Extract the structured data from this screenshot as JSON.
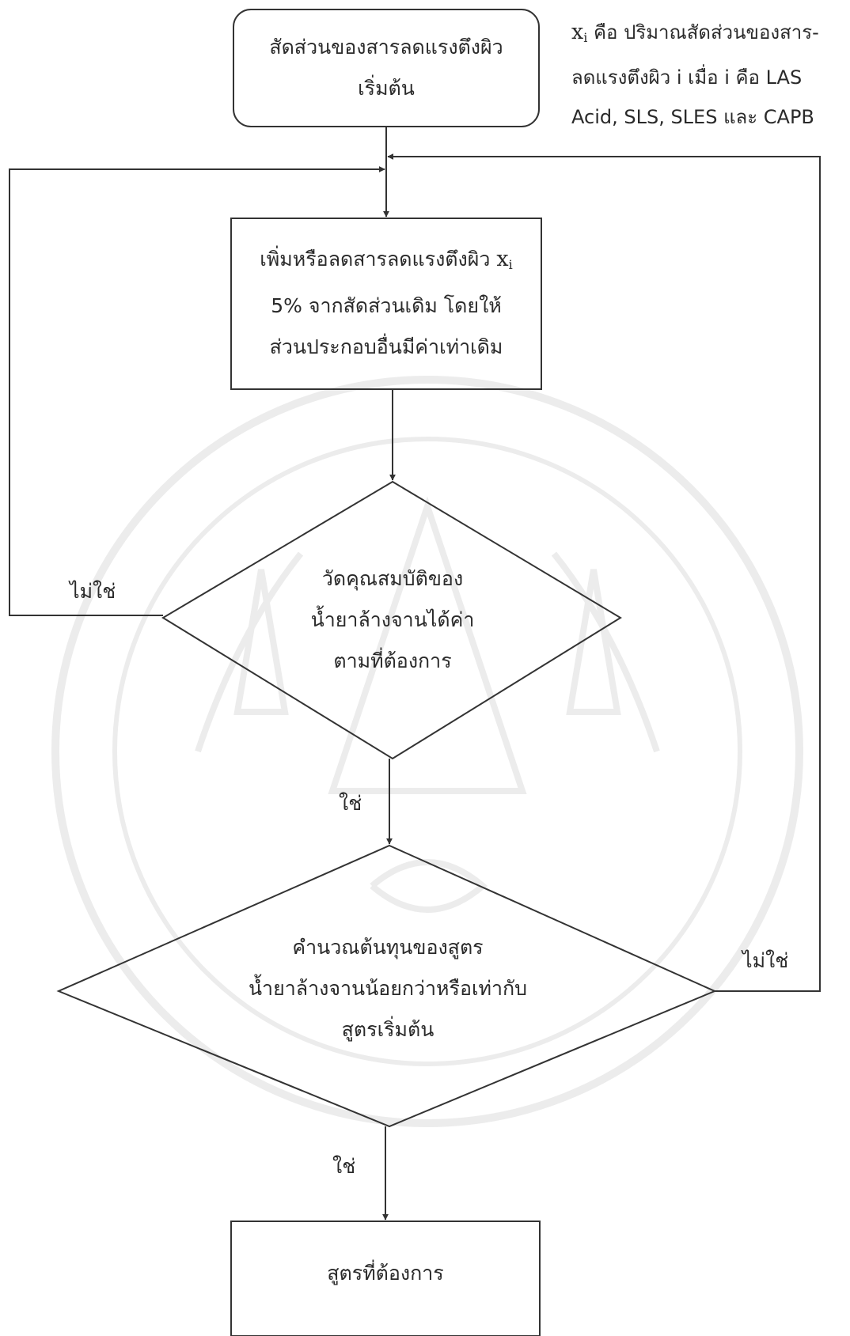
{
  "variable": {
    "symbol": "x",
    "subscript": "i"
  },
  "note": {
    "line1_suffix": "คือ ปริมาณสัดส่วนของสาร-",
    "line2": "ลดแรงตึงผิว i เมื่อ i คือ LAS",
    "line3": "Acid, SLS, SLES และ CAPB"
  },
  "nodes": {
    "start": {
      "line1": "สัดส่วนของสารลดแรงตึงผิว",
      "line2": "เริ่มต้น"
    },
    "adjust": {
      "line1_prefix": "เพิ่มหรือลดสารลดแรงตึงผิว",
      "line2": "5% จากสัดส่วนเดิม โดยให้",
      "line3": "ส่วนประกอบอื่นมีค่าเท่าเดิม"
    },
    "decision1": {
      "line1": "วัดคุณสมบัติของ",
      "line2": "น้ำยาล้างจานได้ค่า",
      "line3": "ตามที่ต้องการ"
    },
    "decision2": {
      "line1": "คำนวณต้นทุนของสูตร",
      "line2": "น้ำยาล้างจานน้อยกว่าหรือเท่ากับ",
      "line3": "สูตรเริ่มต้น"
    },
    "end": {
      "label": "สูตรที่ต้องการ"
    }
  },
  "edges": {
    "decision1_no": "ไม่ใช่",
    "decision1_yes": "ใช่",
    "decision2_no": "ไม่ใช่",
    "decision2_yes": "ใช่"
  }
}
